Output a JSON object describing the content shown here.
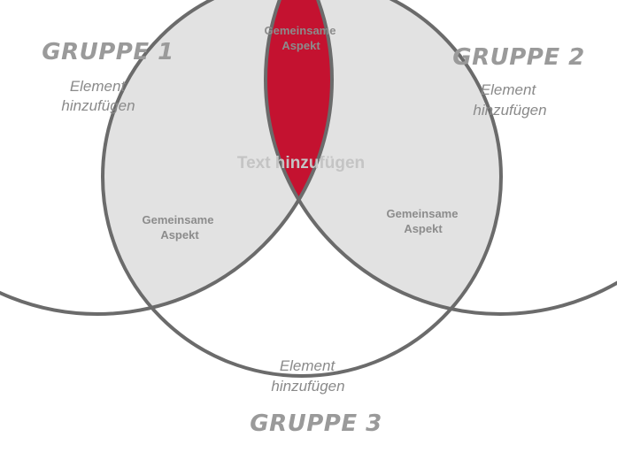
{
  "colors": {
    "outline": "#6b6b6b",
    "overlap_fill": "#e2e2e2",
    "center_fill": "#c41230",
    "background": "#ffffff"
  },
  "groups": {
    "g1": {
      "title": "GRUPPE 1",
      "element_line1": "Element",
      "element_line2": "hinzufügen"
    },
    "g2": {
      "title": "GRUPPE 2",
      "element_line1": "Element",
      "element_line2": "hinzufügen"
    },
    "g3": {
      "title": "GRUPPE 3",
      "element_line1": "Element",
      "element_line2": "hinzufügen"
    }
  },
  "overlaps": {
    "top": {
      "line1": "Gemeinsame",
      "line2": "Aspekt"
    },
    "left": {
      "line1": "Gemeinsame",
      "line2": "Aspekt"
    },
    "right": {
      "line1": "Gemeinsame",
      "line2": "Aspekt"
    }
  },
  "center": {
    "label": "Text hinzufügen"
  }
}
